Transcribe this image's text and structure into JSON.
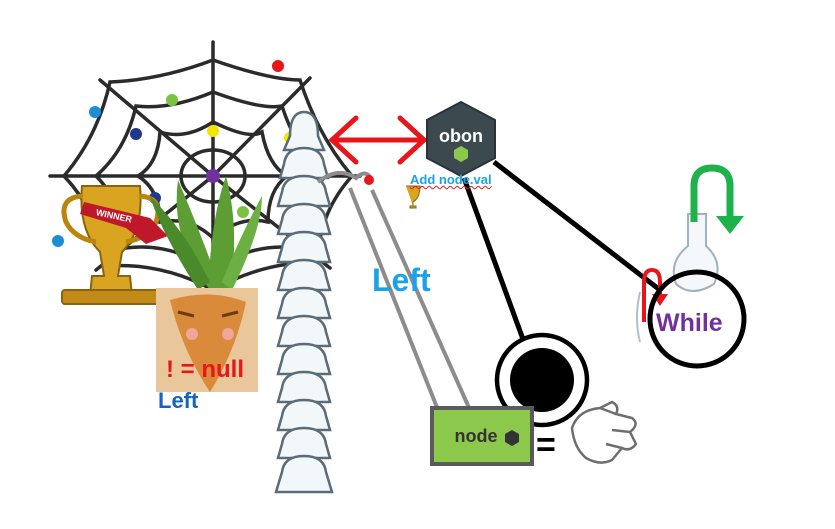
{
  "labels": {
    "left_big": "Left",
    "left_small": "Left",
    "not_null": "! = null",
    "add_node_val": "Add node.val",
    "while": "While",
    "equals": "="
  },
  "badges": {
    "node_top": "obon",
    "node_bottom": "node",
    "trophy": "WINNER"
  },
  "colors": {
    "web_strand": "#2b2b2b",
    "connector": "#000000",
    "double_arrow": "#e8161b",
    "loop_arrow_green": "#1db34a",
    "loop_arrow_red": "#e8161b",
    "badge_dark": "#3c4a4f",
    "badge_green": "#8cc84b",
    "carrot": "#d98a3a"
  },
  "icons": [
    "spider-web-icon",
    "trophy-icon",
    "carrot-icon",
    "vertebra-column-icon",
    "node-hexagon-icon",
    "node-logo-icon",
    "flask-icon",
    "loop-arrow-icon",
    "hand-icon",
    "lightbulb-icon"
  ]
}
